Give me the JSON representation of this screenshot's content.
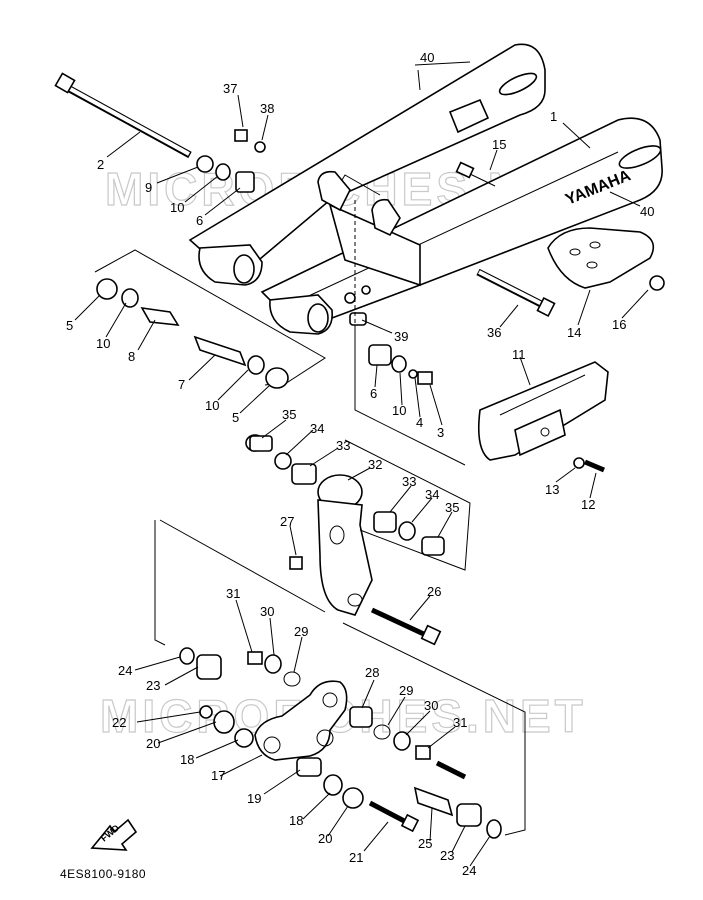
{
  "watermarks": [
    "MICROFICHES.NET",
    "MICROFICHES.NET"
  ],
  "brand_text": "YAMAHA",
  "fwd_label": "FWD",
  "diagram_code": "4ES8100-9180",
  "callouts": [
    {
      "id": "c40a",
      "text": "40"
    },
    {
      "id": "c1",
      "text": "1"
    },
    {
      "id": "c37",
      "text": "37"
    },
    {
      "id": "c38",
      "text": "38"
    },
    {
      "id": "c2",
      "text": "2"
    },
    {
      "id": "c15",
      "text": "15"
    },
    {
      "id": "c9",
      "text": "9"
    },
    {
      "id": "c10a",
      "text": "10"
    },
    {
      "id": "c6a",
      "text": "6"
    },
    {
      "id": "c40b",
      "text": "40"
    },
    {
      "id": "c5a",
      "text": "5"
    },
    {
      "id": "c10b",
      "text": "10"
    },
    {
      "id": "c8",
      "text": "8"
    },
    {
      "id": "c36",
      "text": "36"
    },
    {
      "id": "c14",
      "text": "14"
    },
    {
      "id": "c16",
      "text": "16"
    },
    {
      "id": "c39",
      "text": "39"
    },
    {
      "id": "c11",
      "text": "11"
    },
    {
      "id": "c7",
      "text": "7"
    },
    {
      "id": "c10c",
      "text": "10"
    },
    {
      "id": "c5b",
      "text": "5"
    },
    {
      "id": "c6b",
      "text": "6"
    },
    {
      "id": "c10d",
      "text": "10"
    },
    {
      "id": "c4",
      "text": "4"
    },
    {
      "id": "c3",
      "text": "3"
    },
    {
      "id": "c35a",
      "text": "35"
    },
    {
      "id": "c34a",
      "text": "34"
    },
    {
      "id": "c33a",
      "text": "33"
    },
    {
      "id": "c32",
      "text": "32"
    },
    {
      "id": "c13",
      "text": "13"
    },
    {
      "id": "c12",
      "text": "12"
    },
    {
      "id": "c33b",
      "text": "33"
    },
    {
      "id": "c34b",
      "text": "34"
    },
    {
      "id": "c35b",
      "text": "35"
    },
    {
      "id": "c27",
      "text": "27"
    },
    {
      "id": "c26",
      "text": "26"
    },
    {
      "id": "c31a",
      "text": "31"
    },
    {
      "id": "c30a",
      "text": "30"
    },
    {
      "id": "c29a",
      "text": "29"
    },
    {
      "id": "c24a",
      "text": "24"
    },
    {
      "id": "c23a",
      "text": "23"
    },
    {
      "id": "c28",
      "text": "28"
    },
    {
      "id": "c29b",
      "text": "29"
    },
    {
      "id": "c22",
      "text": "22"
    },
    {
      "id": "c30b",
      "text": "30"
    },
    {
      "id": "c31b",
      "text": "31"
    },
    {
      "id": "c20a",
      "text": "20"
    },
    {
      "id": "c18a",
      "text": "18"
    },
    {
      "id": "c17",
      "text": "17"
    },
    {
      "id": "c19",
      "text": "19"
    },
    {
      "id": "c18b",
      "text": "18"
    },
    {
      "id": "c20b",
      "text": "20"
    },
    {
      "id": "c25",
      "text": "25"
    },
    {
      "id": "c23b",
      "text": "23"
    },
    {
      "id": "c24b",
      "text": "24"
    },
    {
      "id": "c21",
      "text": "21"
    }
  ]
}
